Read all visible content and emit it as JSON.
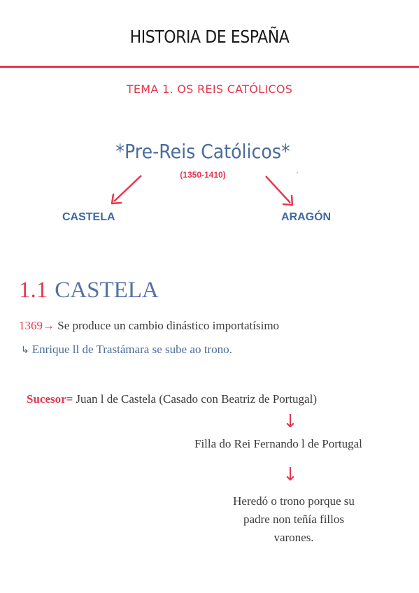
{
  "header": {
    "title": "HISTORIA DE ESPAÑA"
  },
  "subtitle": "TEMA 1. OS REIS CATÓLICOS",
  "diagram": {
    "title": "*Pre-Reis Católicos*",
    "dates": "(1350-1410)",
    "left_branch": "CASTELA",
    "right_branch": "ARAGÓN"
  },
  "section": {
    "number": "1.1",
    "title": "CASTELA"
  },
  "event": {
    "year": "1369→",
    "text": " Se produce un cambio dinástico importatísimo",
    "hook": "↳",
    "detail": "Enrique ll de Trastámara se sube ao trono."
  },
  "successor": {
    "label": "Sucesor=",
    "text": "Juan l de Castela (Casado con Beatriz de Portugal)",
    "arrow": "↓",
    "note1": "Filla do Rei Fernando l de Portugal",
    "note2_lines": [
      "Heredó o trono porque su",
      "padre non teñía fillos",
      "varones."
    ]
  },
  "colors": {
    "accent_red": "#e5384e",
    "accent_blue": "#4a6b9b",
    "text_dark": "#3a3a3a"
  }
}
